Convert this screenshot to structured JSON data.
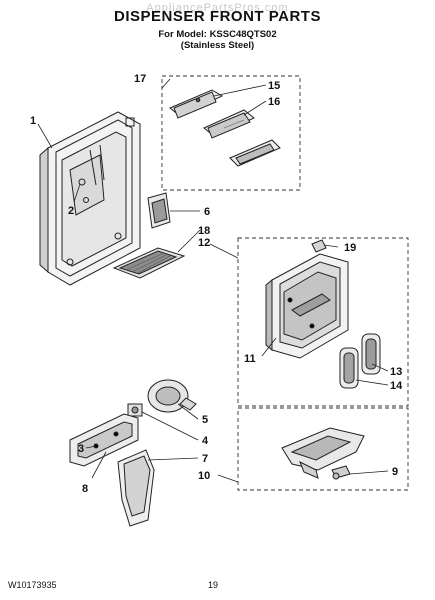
{
  "header": {
    "watermark": "AppliancePartsPros.com",
    "title": "DISPENSER FRONT PARTS",
    "model_line": "For Model: KSSC48QTS02",
    "finish_line": "(Stainless Steel)"
  },
  "callouts": {
    "c1": "1",
    "c2": "2",
    "c3": "3",
    "c4": "4",
    "c5": "5",
    "c6": "6",
    "c7": "7",
    "c8": "8",
    "c9": "9",
    "c10": "10",
    "c11": "11",
    "c12": "12",
    "c13": "13",
    "c14": "14",
    "c15": "15",
    "c16": "16",
    "c17": "17",
    "c18": "18",
    "c19": "19"
  },
  "footer": {
    "doc_number": "W10173935",
    "page_number": "19"
  }
}
